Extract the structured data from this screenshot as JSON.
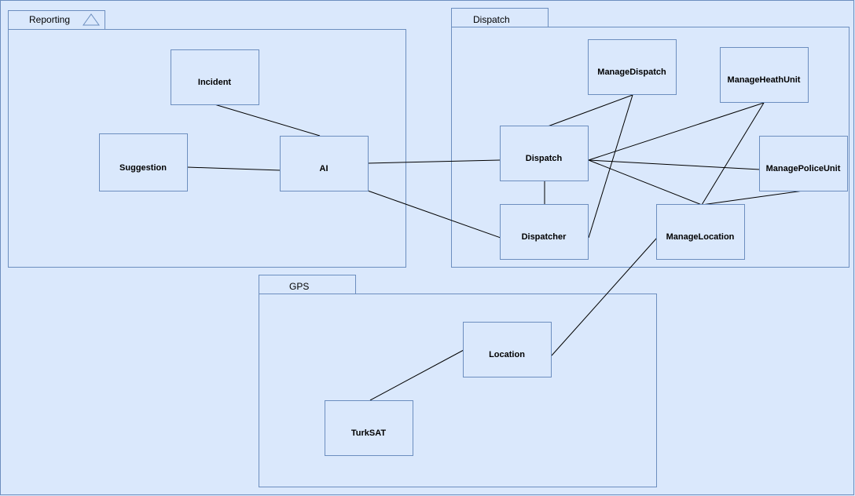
{
  "packages": {
    "reporting": {
      "label": "Reporting"
    },
    "dispatch": {
      "label": "Dispatch"
    },
    "gps": {
      "label": "GPS"
    }
  },
  "classes": {
    "incident": "Incident",
    "suggestion": "Suggestion",
    "ai": "AI",
    "dispatch": "Dispatch",
    "dispatcher": "Dispatcher",
    "manage_dispatch": "ManageDispatch",
    "manage_health_unit": "ManageHeathUnit",
    "manage_police_unit": "ManagePoliceUnit",
    "manage_location": "ManageLocation",
    "location": "Location",
    "turksat": "TurkSAT"
  },
  "colors": {
    "fill": "#dae8fc",
    "stroke": "#6c8ebf",
    "line": "#000000"
  }
}
